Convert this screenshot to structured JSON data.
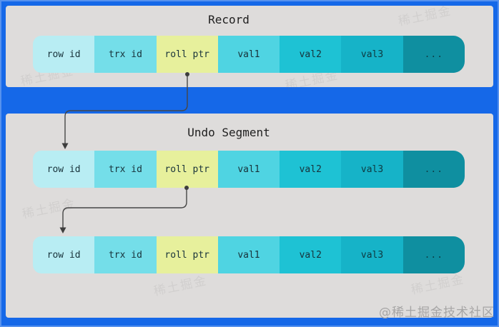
{
  "diagram": {
    "record": {
      "title": "Record",
      "cells": [
        "row id",
        "trx id",
        "roll ptr",
        "val1",
        "val2",
        "val3",
        "..."
      ]
    },
    "undo_segment": {
      "title": "Undo Segment",
      "row1": [
        "row id",
        "trx id",
        "roll ptr",
        "val1",
        "val2",
        "val3",
        "..."
      ],
      "row2": [
        "row id",
        "trx id",
        "roll ptr",
        "val1",
        "val2",
        "val3",
        "..."
      ]
    }
  },
  "watermarks": {
    "corner": "@稀土掘金技术社区",
    "tile": "稀土掘金"
  },
  "colors": {
    "background_blue": "#1568e8",
    "panel_gray": "#dedcdb",
    "cell_row_id": "#b8edf3",
    "cell_trx_id": "#74dee9",
    "cell_roll_ptr": "#e7f09c",
    "cell_val1": "#4fd4e2",
    "cell_val2": "#1ec2d4",
    "cell_val3": "#16b3c8",
    "cell_more": "#0f8fa0",
    "arrow": "#474747"
  }
}
